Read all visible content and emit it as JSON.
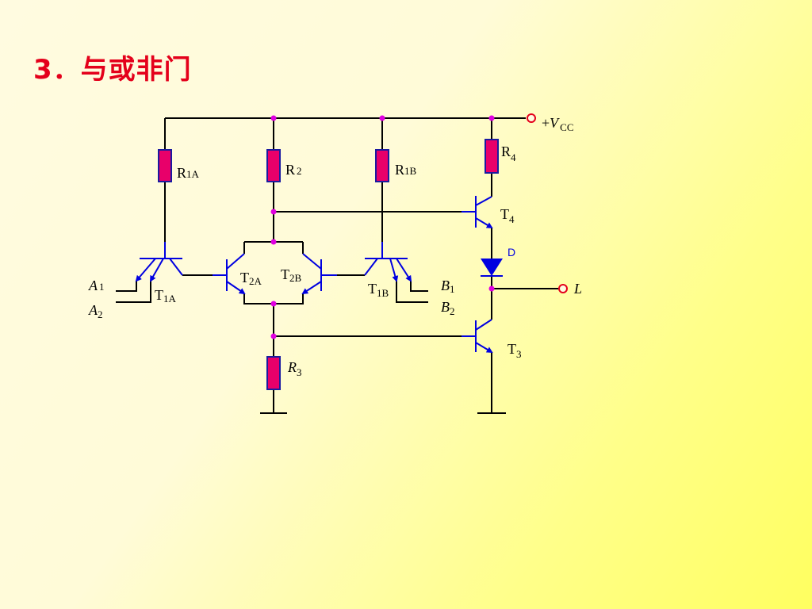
{
  "slide": {
    "title": "3．与或非门"
  },
  "circuit": {
    "supply": {
      "sign": "+",
      "letter": "V",
      "sub": "CC"
    },
    "output": "L",
    "resistors": {
      "r1a": {
        "letter": "R",
        "sub": "1A"
      },
      "r2": {
        "letter": "R",
        "sub": "2"
      },
      "r1b": {
        "letter": "R",
        "sub": "1B"
      },
      "r4": {
        "letter": "R",
        "sub": "4"
      },
      "r3": {
        "letter": "R",
        "sub": "3"
      }
    },
    "transistors": {
      "t1a": {
        "letter": "T",
        "sub": "1A"
      },
      "t2a": {
        "letter": "T",
        "sub": "2A"
      },
      "t2b": {
        "letter": "T",
        "sub": "2B"
      },
      "t1b": {
        "letter": "T",
        "sub": "1B"
      },
      "t4": {
        "letter": "T",
        "sub": "4"
      },
      "t3": {
        "letter": "T",
        "sub": "3"
      }
    },
    "diode": "D",
    "inputs": {
      "a1": {
        "letter": "A",
        "sub": "1"
      },
      "a2": {
        "letter": "A",
        "sub": "2"
      },
      "b1": {
        "letter": "B",
        "sub": "1"
      },
      "b2": {
        "letter": "B",
        "sub": "2"
      }
    },
    "colors": {
      "title": "#e4001b",
      "transistor": "#0000e0",
      "resistor_fill": "#e8006a",
      "junction": "#e000e0"
    }
  }
}
